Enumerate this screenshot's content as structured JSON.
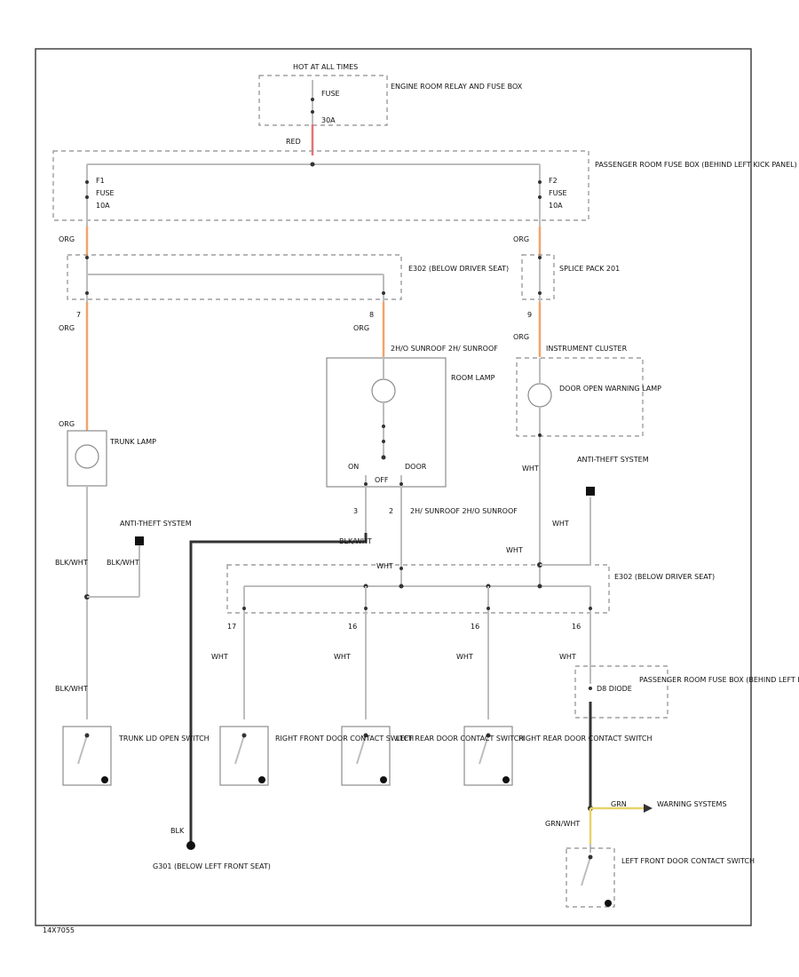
{
  "labels": {
    "hot_at_all_times": "HOT AT ALL TIMES",
    "fuse_top": "FUSE",
    "fuse_top_amp": "30A",
    "engine_box": "ENGINE ROOM RELAY AND FUSE BOX",
    "red": "RED",
    "fuse_f1": "F1",
    "fuse_f1_name": "FUSE",
    "fuse_f1_amp": "10A",
    "fuse_f2": "F2",
    "fuse_f2_name": "FUSE",
    "fuse_f2_amp": "10A",
    "pass_box_top": "PASSENGER ROOM FUSE BOX (BEHIND LEFT KICK PANEL)",
    "org_1": "ORG",
    "org_2": "ORG",
    "org_3": "ORG",
    "org_4": "ORG",
    "org_5": "ORG",
    "org_6": "ORG",
    "e302_top": "E302 (BELOW DRIVER SEAT)",
    "splice_pack": "SPLICE PACK 201",
    "pin_7": "7",
    "pin_8": "8",
    "pin_9": "9",
    "sunroof_top": "2H/O SUNROOF 2H/ SUNROOF",
    "room_lamp": "ROOM LAMP",
    "instrument_cluster": "INSTRUMENT CLUSTER",
    "door_open_lamp": "DOOR OPEN WARNING LAMP",
    "trunk_lamp": "TRUNK LAMP",
    "on": "ON",
    "off": "OFF",
    "door": "DOOR",
    "pin_3": "3",
    "pin_2": "2",
    "sunroof_bottom": "2H/ SUNROOF 2H/O SUNROOF",
    "blk_wht_1": "BLK/WHT",
    "blk_wht_2": "BLK/WHT",
    "blk_wht_3": "BLK/WHT",
    "blk_wht_4": "BLK/WHT",
    "anti_theft_1": "ANTI-THEFT SYSTEM",
    "anti_theft_2": "ANTI-THEFT SYSTEM",
    "wht_a": "WHT",
    "wht_b": "WHT",
    "wht_c": "WHT",
    "wht_d": "WHT",
    "wht_e": "WHT",
    "wht_f": "WHT",
    "wht_g": "WHT",
    "e302_bottom": "E302 (BELOW DRIVER SEAT)",
    "pin_17": "17",
    "pin_16a": "16",
    "pin_16b": "16",
    "pin_16c": "16",
    "d8_diode": "D8 DIODE",
    "pass_box_bottom": "PASSENGER ROOM FUSE BOX (BEHIND LEFT KICK PANEL)",
    "wht_bot": "WHT",
    "trunk_switch": "TRUNK LID OPEN SWITCH",
    "rf_switch": "RIGHT FRONT DOOR CONTACT SWITCH",
    "lr_switch": "LEFT REAR DOOR CONTACT SWITCH",
    "rr_switch": "RIGHT REAR DOOR CONTACT SWITCH",
    "blk": "BLK",
    "ground": "G301 (BELOW LEFT FRONT SEAT)",
    "grn": "GRN",
    "warning_systems": "WARNING SYSTEMS",
    "grn_wht": "GRN/WHT",
    "lf_switch": "LEFT FRONT DOOR CONTACT SWITCH",
    "figure_id": "14X7055"
  }
}
